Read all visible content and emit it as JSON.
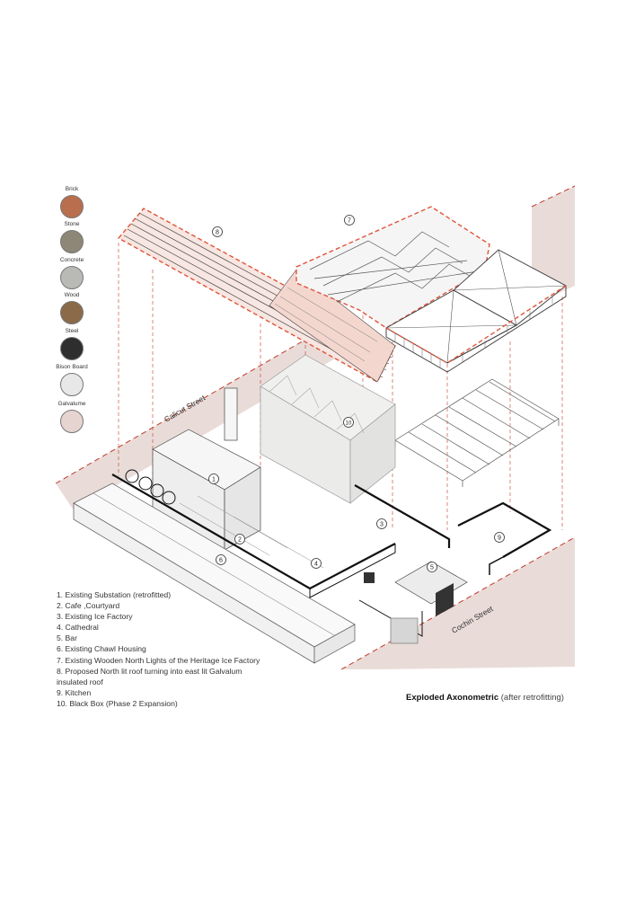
{
  "materials": [
    {
      "name": "Brick",
      "color": "#b96e4e"
    },
    {
      "name": "Stone",
      "color": "#8e8778"
    },
    {
      "name": "Concrete",
      "color": "#b9b9b6"
    },
    {
      "name": "Wood",
      "color": "#8a6a48"
    },
    {
      "name": "Steel",
      "color": "#2e2e2e"
    },
    {
      "name": "Bison Board",
      "color": "#e8e8e8"
    },
    {
      "name": "Galvalume",
      "color": "#e6d4d0"
    }
  ],
  "streets": {
    "calicut": "Calicut Street",
    "cochin": "Cochin Street"
  },
  "callouts": [
    "1",
    "2",
    "3",
    "4",
    "5",
    "6",
    "7",
    "8",
    "9",
    "10"
  ],
  "legend": [
    "1. Existing Substation (retrofitted)",
    "2. Cafe ,Courtyard",
    "3. Existing Ice Factory",
    "4. Cathedral",
    "5. Bar",
    "6. Existing Chawl Housing",
    "7. Existing Wooden North Lights of the Heritage Ice Factory",
    "8. Proposed North lit roof turning into east lit  Galvalum",
    "insulated roof",
    "9. Kitchen",
    "10. Black Box (Phase 2 Expansion)"
  ],
  "caption": {
    "title": "Exploded Axonometric",
    "subtitle": "(after retrofitting)"
  },
  "colors": {
    "street": "#e9dcd8",
    "accent": "#e0553a",
    "line": "#2a2a2a"
  }
}
